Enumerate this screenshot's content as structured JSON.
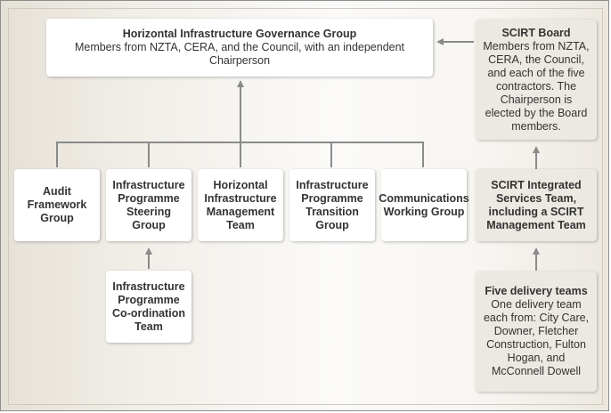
{
  "hig": {
    "title": "Horizontal Infrastructure Governance Group",
    "body": "Members from NZTA, CERA, and the Council, with an independent Chairperson"
  },
  "scirt_board": {
    "title": "SCIRT Board",
    "body": "Members from NZTA, CERA, the Council, and each of the five contractors. The Chairperson is elected by the Board members."
  },
  "groups": [
    "Audit Framework Group",
    "Infrastructure Programme Steering Group",
    "Horizontal Infrastructure Management Team",
    "Infrastructure Programme Transition Group",
    "Communications Working Group"
  ],
  "scirt_integrated": "SCIRT Integrated Services Team, including a SCIRT Management Team",
  "coordination": "Infrastructure Programme Co-ordination Team",
  "delivery": {
    "title": "Five delivery teams",
    "body": "One delivery team each from: City Care, Downer, Fletcher Construction, Fulton Hogan, and McConnell Dowell"
  },
  "colors": {
    "connector": "#8a8a8a",
    "box": "#ffffff",
    "box_tan": "#ece9e2",
    "text": "#333333"
  }
}
